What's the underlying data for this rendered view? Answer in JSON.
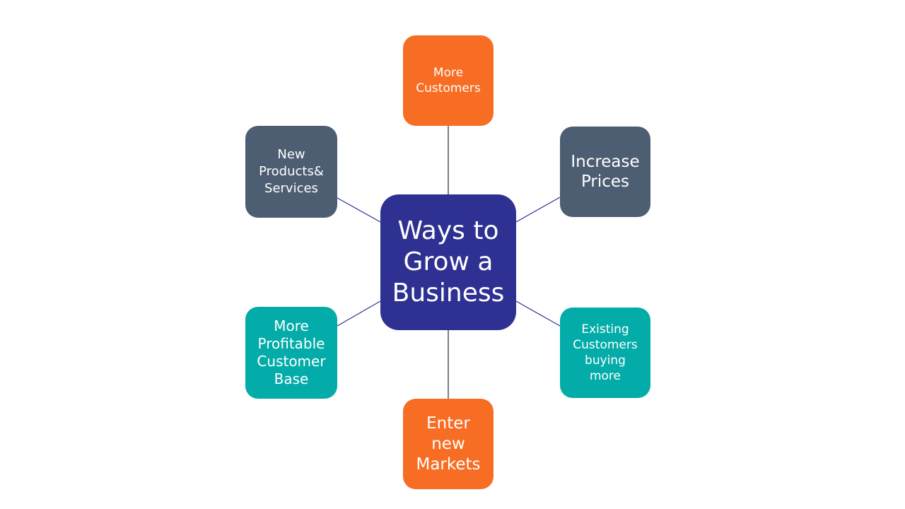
{
  "diagram": {
    "colors": {
      "center": "#2e3192",
      "orange": "#f86d24",
      "slate": "#4d5e72",
      "teal": "#04aca9",
      "connector": "#2e3192",
      "connector_vertical": "#1f2a3a"
    },
    "center": {
      "label": "Ways to\nGrow a\nBusiness"
    },
    "nodes": {
      "top": {
        "label": "More\nCustomers"
      },
      "top_right": {
        "label": "Increase\nPrices"
      },
      "bottom_right": {
        "label": "Existing\nCustomers\nbuying\nmore"
      },
      "bottom": {
        "label": "Enter\nnew\nMarkets"
      },
      "bottom_left": {
        "label": "More\nProfitable\nCustomer\nBase"
      },
      "top_left": {
        "label": "New\nProducts&\nServices"
      }
    }
  }
}
